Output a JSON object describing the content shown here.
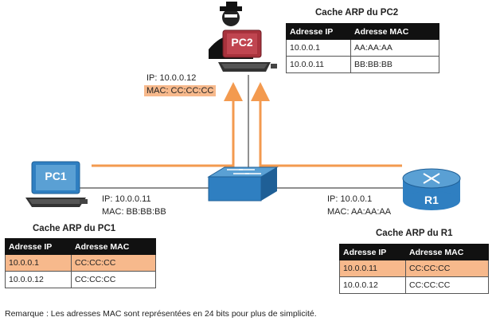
{
  "pc2": {
    "label": "PC2",
    "ip": "IP: 10.0.0.12",
    "mac": "MAC: CC:CC:CC",
    "table_title": "Cache ARP du PC2",
    "headers": [
      "Adresse IP",
      "Adresse MAC"
    ],
    "rows": [
      [
        "10.0.0.1",
        "AA:AA:AA"
      ],
      [
        "10.0.0.11",
        "BB:BB:BB"
      ]
    ]
  },
  "pc1": {
    "label": "PC1",
    "ip": "IP: 10.0.0.11",
    "mac": "MAC: BB:BB:BB",
    "table_title": "Cache ARP du PC1",
    "headers": [
      "Adresse IP",
      "Adresse MAC"
    ],
    "rows": [
      [
        "10.0.0.1",
        "CC:CC:CC"
      ],
      [
        "10.0.0.12",
        "CC:CC:CC"
      ]
    ]
  },
  "r1": {
    "label": "R1",
    "ip": "IP: 10.0.0.1",
    "mac": "MAC: AA:AA:AA",
    "table_title": "Cache ARP du R1",
    "headers": [
      "Adresse IP",
      "Adresse MAC"
    ],
    "rows": [
      [
        "10.0.0.11",
        "CC:CC:CC"
      ],
      [
        "10.0.0.12",
        "CC:CC:CC"
      ]
    ]
  },
  "note": "Remarque : Les adresses MAC sont représentées en 24 bits pour plus de simplicité.",
  "colors": {
    "arrow": "#f39a4f",
    "highlight": "#f7b98c",
    "link": "#222222",
    "device_blue": "#2f7fc1",
    "pc2_red": "#a8323c"
  }
}
